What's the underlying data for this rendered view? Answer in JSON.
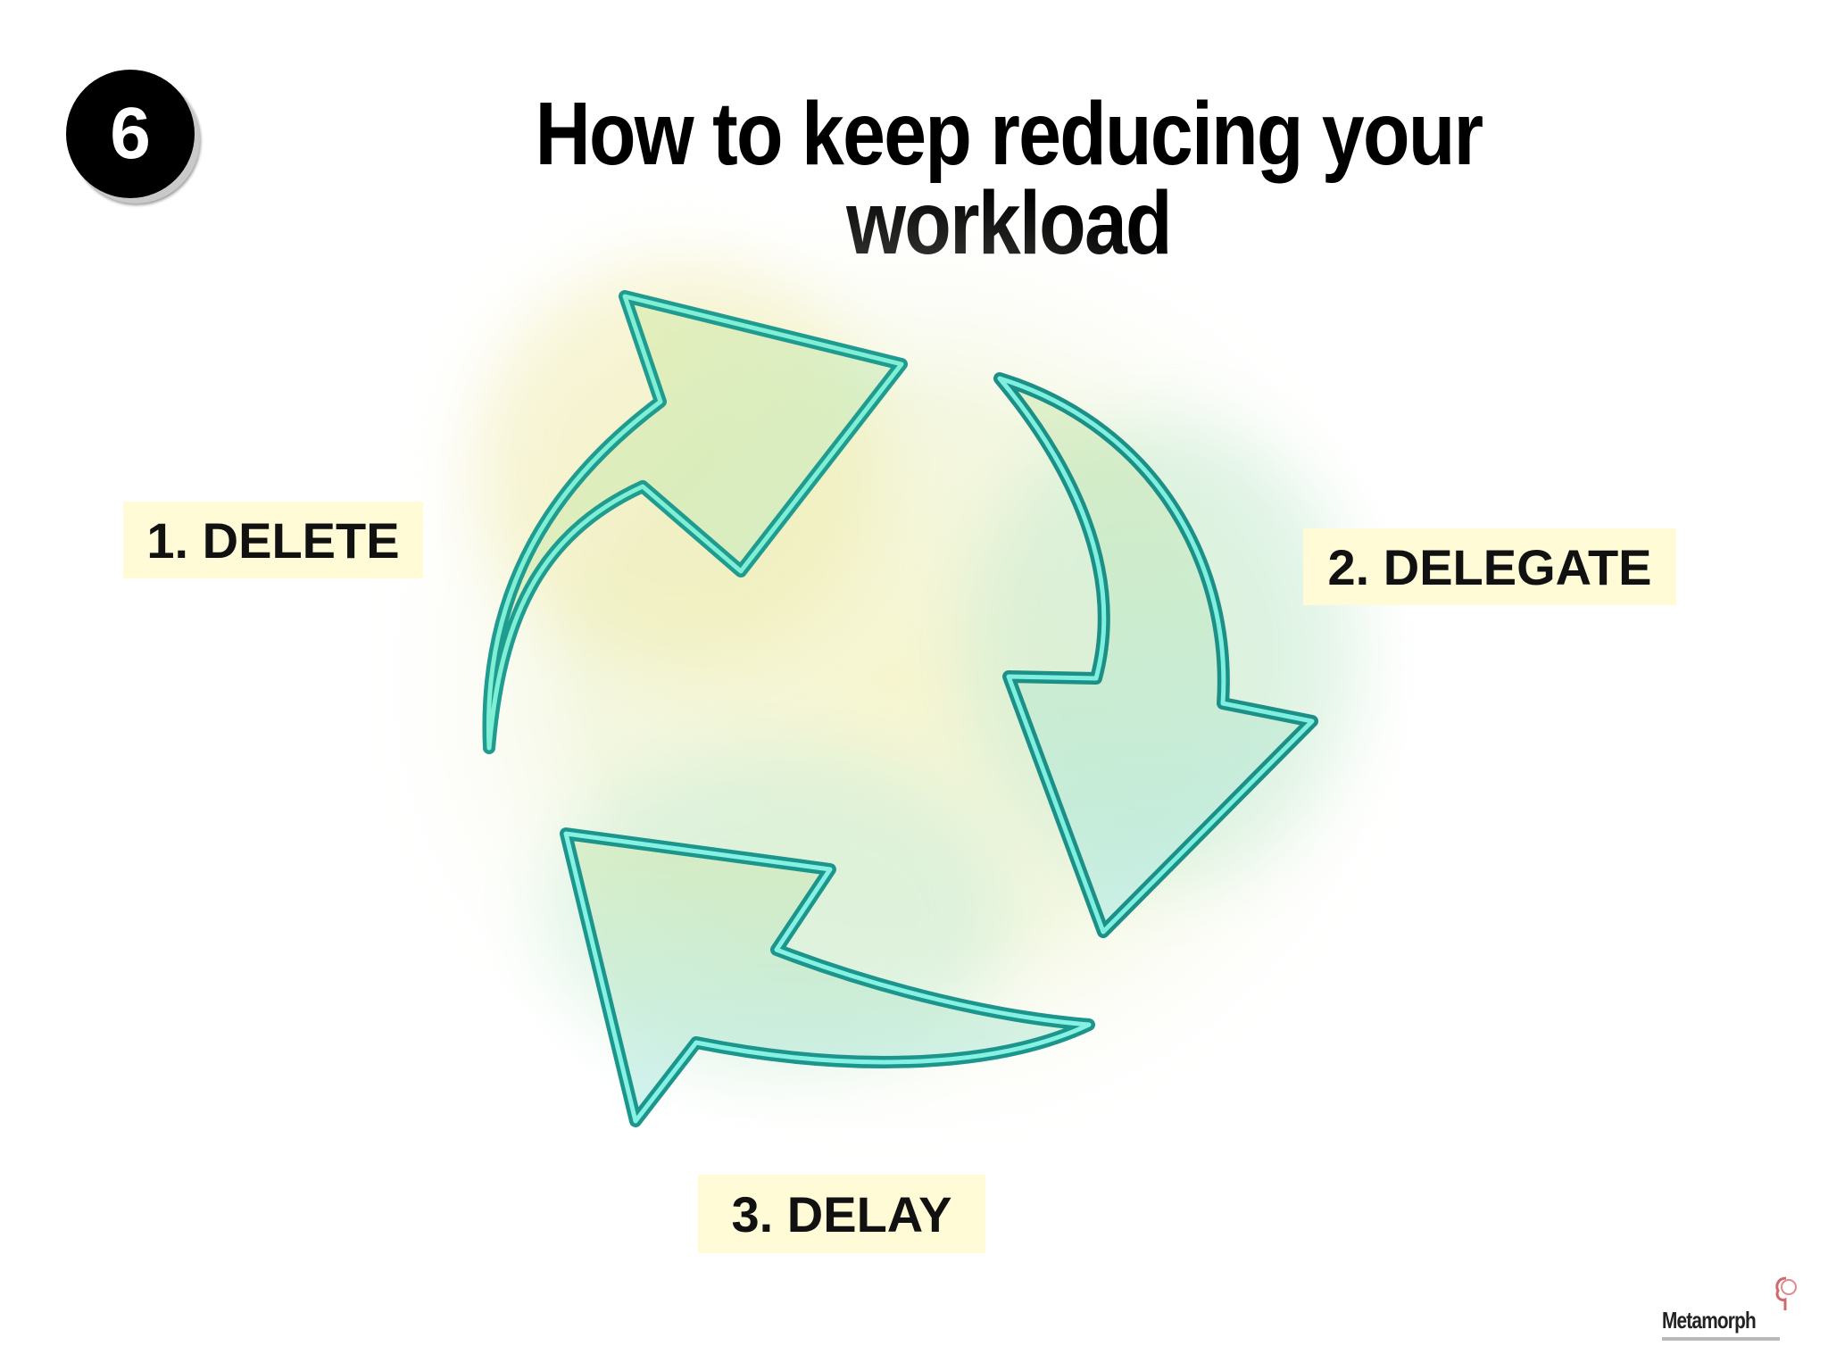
{
  "slide": {
    "step_number": "6",
    "title": "How to keep reducing your workload"
  },
  "cycle": {
    "arrow_color": "#2fc9c0",
    "glow_color": "#e6e27a",
    "label_background": "#fffbd6",
    "steps": [
      {
        "label": "1. DELETE"
      },
      {
        "label": "2. DELEGATE"
      },
      {
        "label": "3. DELAY"
      }
    ]
  },
  "logo": {
    "brand": "Metamorph",
    "icon": "brain-icon"
  }
}
